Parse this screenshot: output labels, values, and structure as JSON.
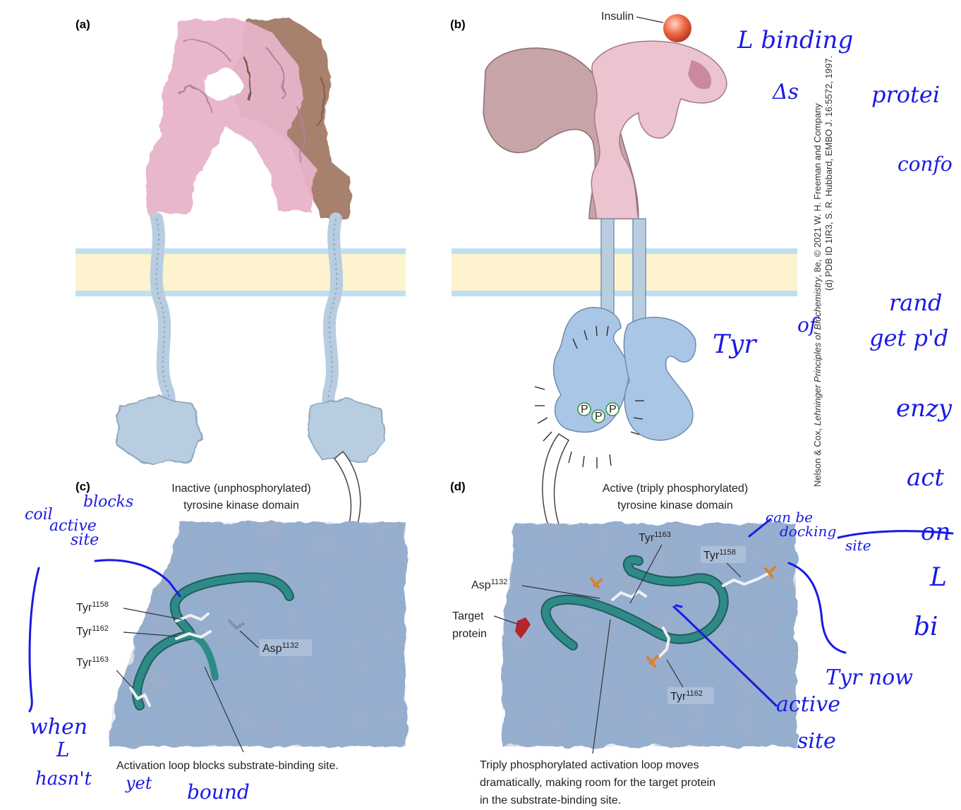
{
  "figure": {
    "panel_a": {
      "label": "(a)"
    },
    "panel_b": {
      "label": "(b)",
      "insulin_label": "Insulin",
      "phospho_label": "P"
    },
    "panel_c": {
      "label": "(c)",
      "title_line1": "Inactive (unphosphorylated)",
      "title_line2": "tyrosine kinase domain",
      "tyr1158_base": "Tyr",
      "tyr1158_sup": "1158",
      "tyr1162_base": "Tyr",
      "tyr1162_sup": "1162",
      "tyr1163_base": "Tyr",
      "tyr1163_sup": "1163",
      "asp_base": "Asp",
      "asp_sup": "1132",
      "caption": "Activation loop blocks substrate-binding site."
    },
    "panel_d": {
      "label": "(d)",
      "title_line1": "Active (triply phosphorylated)",
      "title_line2": "tyrosine kinase domain",
      "tyr1163_base": "Tyr",
      "tyr1163_sup": "1163",
      "tyr1158_base": "Tyr",
      "tyr1158_sup": "1158",
      "tyr1162_base": "Tyr",
      "tyr1162_sup": "1162",
      "asp_base": "Asp",
      "asp_sup": "1132",
      "target_line1": "Target",
      "target_line2": "protein",
      "caption_line1": "Triply phosphorylated activation loop moves",
      "caption_line2": "dramatically, making room for the target protein",
      "caption_line3": "in the substrate-binding site."
    },
    "credit_line1": "Nelson & Cox, Lehninger Principles of Biochemistry, 8e, © 2021 W. H. Freeman and Company",
    "credit_line2": "(d) PDB ID 1IR3, S. R. Hubbard, EMBO J. 16:5572, 1997."
  },
  "annotations": {
    "l_binding": "L binding",
    "delta_s": "Δs",
    "protein": "protei",
    "conform": "confo",
    "tyr": "Tyr",
    "of": "of",
    "rand": "rand",
    "get_pd": "get p'd",
    "enzy": "enzy",
    "act": "act",
    "on": "on",
    "l": "L",
    "bi": "bi",
    "coil": "coil",
    "blocks": "blocks",
    "active": "active",
    "site": "site",
    "when": "when",
    "l_left": "L",
    "hasnt": "hasn't",
    "yet": "yet",
    "bound": "bound",
    "can_be": "can be",
    "docking": "docking",
    "docking_site": "site",
    "tyr_now": "Tyr now",
    "active2": "active",
    "site2": "site"
  },
  "colors": {
    "pink": "#e8b3c9",
    "brown": "#a27866",
    "light_blue": "#b8cde0",
    "surface_blue": "#94aed0",
    "membrane_yellow": "#fdf3cf",
    "membrane_blue": "#bfe0f3",
    "loop_teal": "#2e7c7c",
    "ink_blue": "#1a1ae6"
  }
}
